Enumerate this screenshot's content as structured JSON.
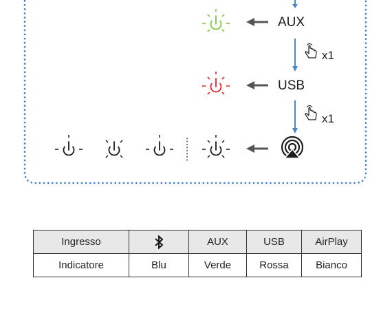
{
  "diagram": {
    "colors": {
      "frame": "#3c7ec6",
      "connector": "#4a87c9",
      "green": "#7ac943",
      "red": "#e8262d",
      "black": "#1a1a1a",
      "arrow": "#555555"
    },
    "steps": [
      {
        "source": "AUX",
        "indicator": "green",
        "icon": "power-light-icon"
      },
      {
        "source": "USB",
        "indicator": "red",
        "icon": "power-light-icon"
      },
      {
        "source": "airplay-icon",
        "indicator": "white",
        "icon": "power-light-icon"
      }
    ],
    "press_counts": [
      "x1",
      "x1"
    ],
    "hand_icon": "press-hand-icon",
    "labels": {
      "aux": "AUX",
      "usb": "USB",
      "press_1": "x1",
      "press_2": "x1"
    }
  },
  "legend_table": {
    "header": [
      "Ingresso",
      "",
      "AUX",
      "USB",
      "AirPlay"
    ],
    "bluetooth_icon": "bluetooth-icon",
    "row": [
      "Indicatore",
      "Blu",
      "Verde",
      "Rossa",
      "Bianco"
    ]
  }
}
